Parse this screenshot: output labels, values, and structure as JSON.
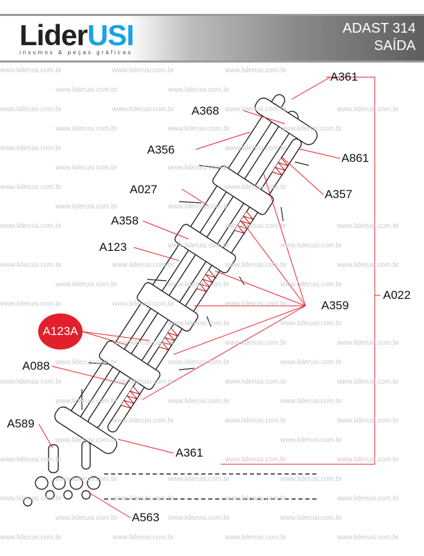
{
  "header": {
    "logo_main": "Lider",
    "logo_accent": "USI",
    "logo_tagline": "insumos & peças gráficas",
    "title_line1": "ADAST 314",
    "title_line2": "SAÍDA"
  },
  "watermark": "www.liderusi.com.br",
  "colors": {
    "accent": "#e2202b",
    "leader": "#e2202b",
    "brand_blue": "#1aa3e0"
  },
  "labels": {
    "a361_top": "A361",
    "a368": "A368",
    "a356": "A356",
    "a861": "A861",
    "a027": "A027",
    "a357": "A357",
    "a358": "A358",
    "a123": "A123",
    "a359": "A359",
    "a022": "A022",
    "a123a": "A123A",
    "a088": "A088",
    "a589": "A589",
    "a361_bottom": "A361",
    "a563": "A563"
  }
}
